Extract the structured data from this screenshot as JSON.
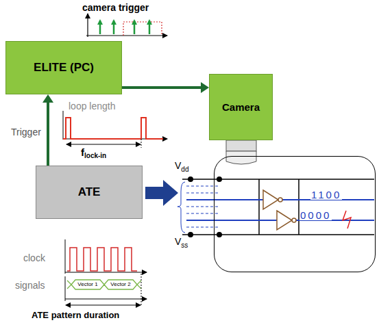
{
  "diagram": {
    "nodes": [
      {
        "text": [
          "ELITE (PC)"
        ]
      },
      {
        "text": [
          "Camera"
        ]
      },
      {
        "text": [
          "ATE"
        ]
      },
      {
        "text": [
          "1100",
          "0000"
        ]
      }
    ],
    "edges": [
      {
        "from": 2,
        "to": 0,
        "arrow": "to",
        "label": "Trigger"
      },
      {
        "from": 0,
        "to": 1,
        "arrow": "to"
      },
      {
        "from": 2,
        "to": 3,
        "arrow": "to"
      }
    ],
    "labels": [
      "camera trigger",
      "loop length",
      "f",
      "lock-in",
      "V",
      "dd",
      "V",
      "ss",
      "clock",
      "signals",
      "Vector 1",
      "Vector 2",
      "ATE pattern duration"
    ]
  }
}
